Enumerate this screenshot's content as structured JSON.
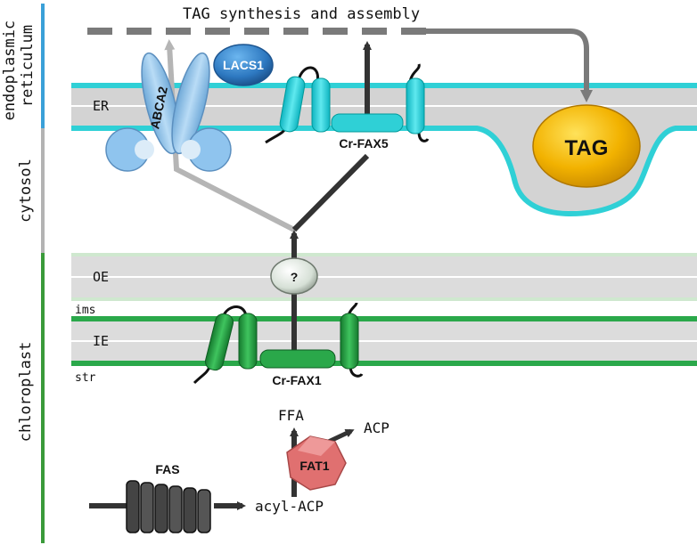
{
  "title": "TAG synthesis and assembly",
  "compartments": {
    "er": "endoplasmic\nreticulum",
    "cytosol": "cytosol",
    "chloroplast": "chloroplast"
  },
  "membranes": {
    "er": "ER",
    "oe": "OE",
    "ims": "ims",
    "ie": "IE",
    "str": "str"
  },
  "proteins": {
    "abca2": "ABCA2",
    "lacs1": "LACS1",
    "cr_fax5": "Cr-FAX5",
    "tag": "TAG",
    "unknown": "?",
    "cr_fax1": "Cr-FAX1",
    "fas": "FAS",
    "fat1": "FAT1"
  },
  "metabolites": {
    "ffa": "FFA",
    "acp": "ACP",
    "acyl_acp": "acyl-ACP"
  },
  "colors": {
    "er_stripe": "#3aa0d8",
    "cytosol_stripe": "#b3b3b3",
    "chloroplast_stripe": "#3a9a3a",
    "er_membrane": "#2fd0d6",
    "chloroplast_membrane": "#2aa84a",
    "tag_fill": "#f2b200",
    "fat1_fill": "#e07070",
    "abca2_fill": "#8fc4ee",
    "lacs1_fill": "#2d78c0"
  }
}
